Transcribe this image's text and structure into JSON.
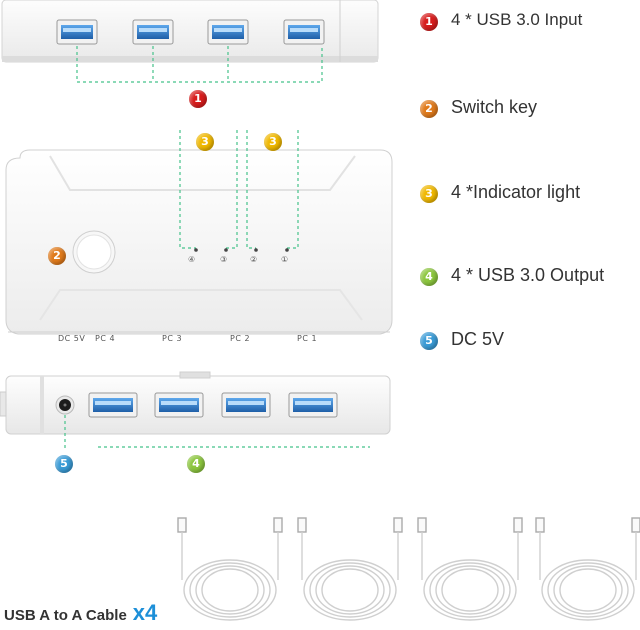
{
  "legend": [
    {
      "num": "1",
      "text": "4 * USB 3.0 Input",
      "color": "#d71d1d"
    },
    {
      "num": "2",
      "text": "Switch key",
      "color": "#e07a1b"
    },
    {
      "num": "3",
      "text": "4 *Indicator light",
      "color": "#f0b800"
    },
    {
      "num": "4",
      "text": "4 * USB 3.0 Output",
      "color": "#8cc63e"
    },
    {
      "num": "5",
      "text": "DC 5V",
      "color": "#3a9bd6"
    }
  ],
  "callouts": {
    "input": "1",
    "switch": "2",
    "indicator": "3",
    "output": "4",
    "dc": "5"
  },
  "port_labels": [
    "DC 5V",
    "PC 4",
    "PC 3",
    "PC 2",
    "PC 1"
  ],
  "indicator_symbols": [
    "④",
    "③",
    "②",
    "①"
  ],
  "cable": {
    "label": "USB A to A Cable",
    "multiplier": "x4"
  },
  "colors": {
    "usb_blue": "#2f7fcf",
    "dash_green": "#45c28a",
    "multiplier_blue": "#1d8fd8"
  }
}
